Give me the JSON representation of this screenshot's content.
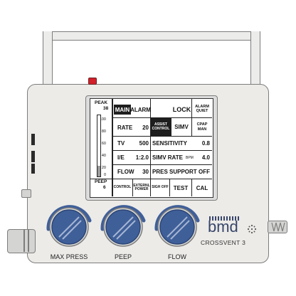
{
  "device": {
    "brand": "bmd",
    "model": "CROSSVENT 3",
    "colors": {
      "body": "#ecebe8",
      "knob": "#3f5f99",
      "indicator": "#d21f2a",
      "screen_text": "#111111"
    }
  },
  "gauge": {
    "top_label": "PEAK",
    "top_value": "38",
    "ticks": [
      "100",
      "80",
      "60",
      "40",
      "20",
      "0"
    ],
    "bottom_label": "PEEP",
    "bottom_value": "6",
    "fill_fraction": 0.18
  },
  "screen": {
    "tabs": {
      "main": "MAIN",
      "alarm": "ALARM",
      "lock": "LOCK",
      "alarm_quiet": "ALARM QUIET"
    },
    "modes": {
      "assist_control": "ASSIST CONTROL",
      "simv": "SIMV",
      "cpap_man": "CPAP MAN"
    },
    "params": {
      "rate_label": "RATE",
      "rate_value": "20",
      "tv_label": "TV",
      "tv_value": "500",
      "ie_label": "I/E",
      "ie_value": "1:2.0",
      "flow_label": "FLOW",
      "flow_value": "30",
      "sensitivity_label": "SENSITIVITY",
      "sensitivity_value": "0.8",
      "simv_rate_label": "SIMV RATE",
      "simv_rate_unit": "BPM",
      "simv_rate_value": "4.0",
      "pres_support_label": "PRES SUPPORT",
      "pres_support_value": "OFF"
    },
    "bottom_buttons": {
      "control": "CONTROL",
      "external_power": "EXTERNL POWER",
      "sigh_off": "SIGH OFF",
      "test": "TEST",
      "cal": "CAL"
    }
  },
  "knobs": [
    {
      "label": "MAX PRESS"
    },
    {
      "label": "PEEP"
    },
    {
      "label": "FLOW"
    }
  ]
}
